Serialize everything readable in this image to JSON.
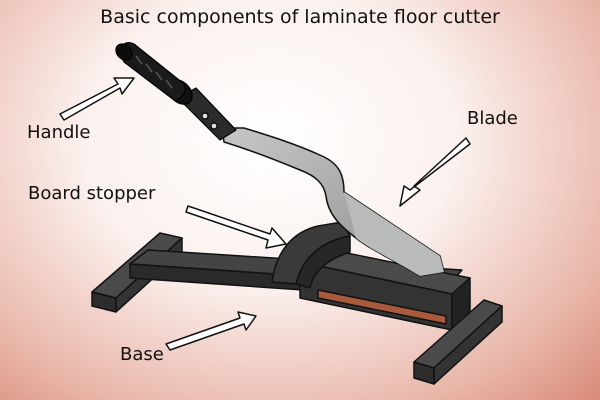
{
  "title": "Basic components of laminate floor cutter",
  "labels": {
    "handle": "Handle",
    "blade": "Blade",
    "board_stopper": "Board stopper",
    "base": "Base"
  },
  "colors": {
    "frame": "#3d3d3d",
    "frame_dark": "#262626",
    "blade": "#a9aaaa",
    "handle_grip": "#1a1a1a",
    "slot_wood": "#a85b3c",
    "background_warm": "#d98a78",
    "arrow_fill": "#ffffff"
  }
}
